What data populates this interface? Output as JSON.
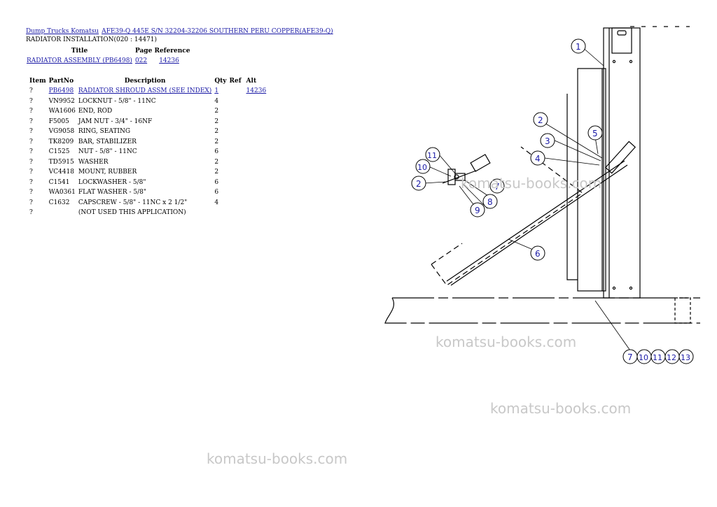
{
  "breadcrumb": {
    "link1": "Dump Trucks Komatsu",
    "link2": "AFE39-Q 445E S/N 32204-32206 SOUTHERN PERU COPPER(AFE39-Q)"
  },
  "subtitle": "RADIATOR INSTALLATION(020 : 14471)",
  "ref_table": {
    "headers": {
      "title": "Title",
      "page_reference": "Page Reference"
    },
    "row": {
      "title": "RADIATOR ASSEMBLY (PB6498)",
      "page": "022",
      "ref": "14236"
    }
  },
  "parts": {
    "headers": {
      "item": "Item",
      "partno": "PartNo",
      "description": "Description",
      "qty": "Qty",
      "ref": "Ref",
      "alt": "Alt"
    },
    "rows": [
      {
        "item": "?",
        "partno": "PB6498",
        "description": "RADIATOR SHROUD ASSM (SEE INDEX)",
        "qty": "1",
        "ref": "",
        "alt": "14236"
      },
      {
        "item": "?",
        "partno": "VN9952",
        "description": "LOCKNUT - 5/8\" - 11NC",
        "qty": "4",
        "ref": "",
        "alt": ""
      },
      {
        "item": "?",
        "partno": "WA1606",
        "description": "END, ROD",
        "qty": "2",
        "ref": "",
        "alt": ""
      },
      {
        "item": "?",
        "partno": "F5005",
        "description": "JAM NUT - 3/4\" - 16NF",
        "qty": "2",
        "ref": "",
        "alt": ""
      },
      {
        "item": "?",
        "partno": "VG9058",
        "description": "RING, SEATING",
        "qty": "2",
        "ref": "",
        "alt": ""
      },
      {
        "item": "?",
        "partno": "TK8209",
        "description": "BAR, STABILIZER",
        "qty": "2",
        "ref": "",
        "alt": ""
      },
      {
        "item": "?",
        "partno": "C1525",
        "description": "NUT - 5/8\" - 11NC",
        "qty": "6",
        "ref": "",
        "alt": ""
      },
      {
        "item": "?",
        "partno": "TD5915",
        "description": "WASHER",
        "qty": "2",
        "ref": "",
        "alt": ""
      },
      {
        "item": "?",
        "partno": "VC4418",
        "description": "MOUNT, RUBBER",
        "qty": "2",
        "ref": "",
        "alt": ""
      },
      {
        "item": "?",
        "partno": "C1541",
        "description": "LOCKWASHER - 5/8\"",
        "qty": "6",
        "ref": "",
        "alt": ""
      },
      {
        "item": "?",
        "partno": "WA0361",
        "description": "FLAT WASHER - 5/8\"",
        "qty": "6",
        "ref": "",
        "alt": ""
      },
      {
        "item": "?",
        "partno": "C1632",
        "description": "CAPSCREW - 5/8\" - 11NC x 2 1/2\"",
        "qty": "4",
        "ref": "",
        "alt": ""
      },
      {
        "item": "?",
        "partno": "",
        "description": "(NOT USED THIS APPLICATION)",
        "qty": "",
        "ref": "",
        "alt": ""
      }
    ]
  },
  "diagram": {
    "callouts": [
      "1",
      "2",
      "3",
      "4",
      "5",
      "6",
      "7",
      "8",
      "9",
      "10",
      "11",
      "2",
      "6",
      "7",
      "10",
      "11",
      "12",
      "13"
    ],
    "callout_color": "#1a1aa6"
  },
  "watermarks": [
    "komatsu-books.com",
    "komatsu-books.com",
    "komatsu-books.com",
    "komatsu-books.com"
  ]
}
